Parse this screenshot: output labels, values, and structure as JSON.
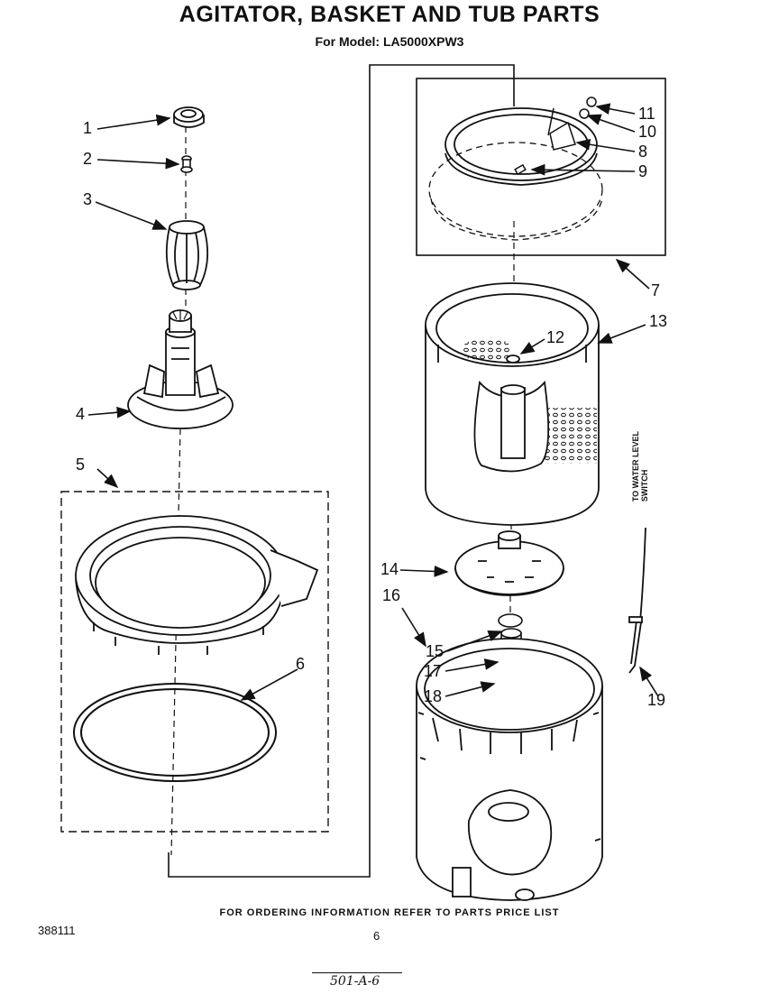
{
  "header": {
    "title": "AGITATOR, BASKET AND TUB PARTS",
    "subtitle": "For Model: LA5000XPW3"
  },
  "footer": {
    "ordering_note": "FOR ORDERING INFORMATION REFER TO PARTS PRICE LIST",
    "doc_number": "388111",
    "page_number": "6",
    "handwritten_note": "501-A-6"
  },
  "annotations": {
    "water_level_line1": "TO WATER LEVEL",
    "water_level_line2": "SWITCH"
  },
  "callouts": {
    "c1": "1",
    "c2": "2",
    "c3": "3",
    "c4": "4",
    "c5": "5",
    "c6": "6",
    "c7": "7",
    "c8": "8",
    "c9": "9",
    "c10": "10",
    "c11": "11",
    "c12": "12",
    "c13": "13",
    "c14": "14",
    "c15": "15",
    "c16": "16",
    "c17": "17",
    "c18": "18",
    "c19": "19"
  }
}
